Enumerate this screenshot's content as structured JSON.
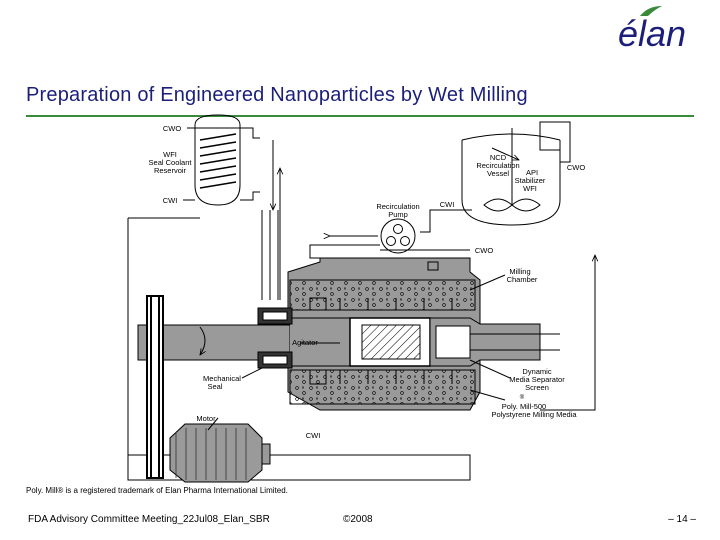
{
  "slide": {
    "brand": "élan",
    "title": "Preparation of Engineered Nanoparticles by Wet Milling",
    "trademark_note": "Poly. Mill® is a registered trademark of Elan Pharma International Limited.",
    "footer_left": "FDA Advisory Committee Meeting_22Jul08_Elan_SBR",
    "footer_center": "©2008",
    "footer_right": "– 14 –"
  },
  "colors": {
    "title": "#1c1f7a",
    "rule": "#3a8a3c",
    "logo_green": "#3a8a3c",
    "logo_blue": "#1c1f7a",
    "chamber": "#9a9a9a"
  },
  "diagram": {
    "cwo_top": "CWO",
    "wfi_reservoir": [
      "WFI",
      "Seal Coolant",
      "Reservoir"
    ],
    "cwi_left": "CWI",
    "ncd_vessel": [
      "NCD",
      "Recirculation",
      "Vessel"
    ],
    "api_stabilizer": [
      "API",
      "Stabilizer",
      "WFI"
    ],
    "cwo_right": "CWO",
    "recirc_pump": [
      "Recirculation",
      "Pump"
    ],
    "cwi_mid": "CWI",
    "cwo_mid": "CWO",
    "milling_chamber": [
      "Milling",
      "Chamber"
    ],
    "agitator": "Agitator",
    "mech_seal": [
      "Mechanical",
      "Seal"
    ],
    "media_screen": [
      "Dynamic",
      "Media Separator",
      "Screen"
    ],
    "media": [
      "Poly. Mill-500",
      "Polystyrene Milling Media"
    ],
    "motor": "Motor",
    "cwi_bottom": "CWI"
  }
}
